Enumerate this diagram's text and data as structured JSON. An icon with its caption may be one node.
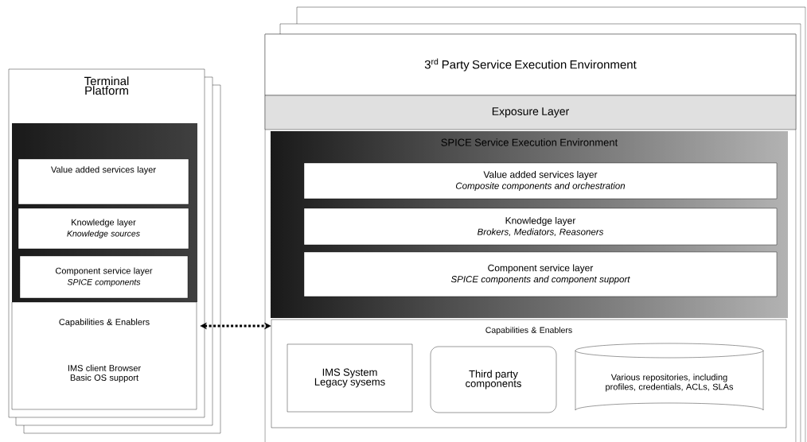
{
  "diagram": {
    "nodes": [
      {
        "text": [
          "Terminal Platform"
        ]
      },
      {
        "text": [
          "Value added services layer"
        ],
        "in": 0
      },
      {
        "text": [
          "Knowledge layer",
          "Knowledge sources"
        ],
        "in": 0
      },
      {
        "text": [
          "Component service layer",
          "SPICE components"
        ],
        "in": 0
      },
      {
        "text": [
          "Capabilities & Enablers",
          "IMS client Browser Basic OS support"
        ],
        "in": 0
      },
      {
        "text": [
          "3$^{rd}$ Party Service Execution Environment"
        ]
      },
      {
        "text": [
          "Exposure Layer"
        ]
      },
      {
        "text": [
          "SPICE Service Execution Environment"
        ]
      },
      {
        "text": [
          "Value added services layer",
          "Composite components and orchestration"
        ],
        "in": 7
      },
      {
        "text": [
          "Knowledge layer",
          "Brokers, Mediators, Reasoners"
        ],
        "in": 7
      },
      {
        "text": [
          "Component service layer",
          "SPICE components and component support"
        ],
        "in": 7
      },
      {
        "text": [
          "Capabilities & Enablers"
        ]
      },
      {
        "text": [
          "IMS System Legacy sysems"
        ],
        "in": 11
      },
      {
        "text": [
          "Third party components"
        ],
        "in": 11
      },
      {
        "text": [
          "Various repositories, including profiles, credentials, ACLs, SLAs"
        ],
        "in": 11
      }
    ],
    "edges": [
      {
        "from": 4,
        "to": 11,
        "arrow": "both",
        "style": "dashed"
      }
    ]
  }
}
